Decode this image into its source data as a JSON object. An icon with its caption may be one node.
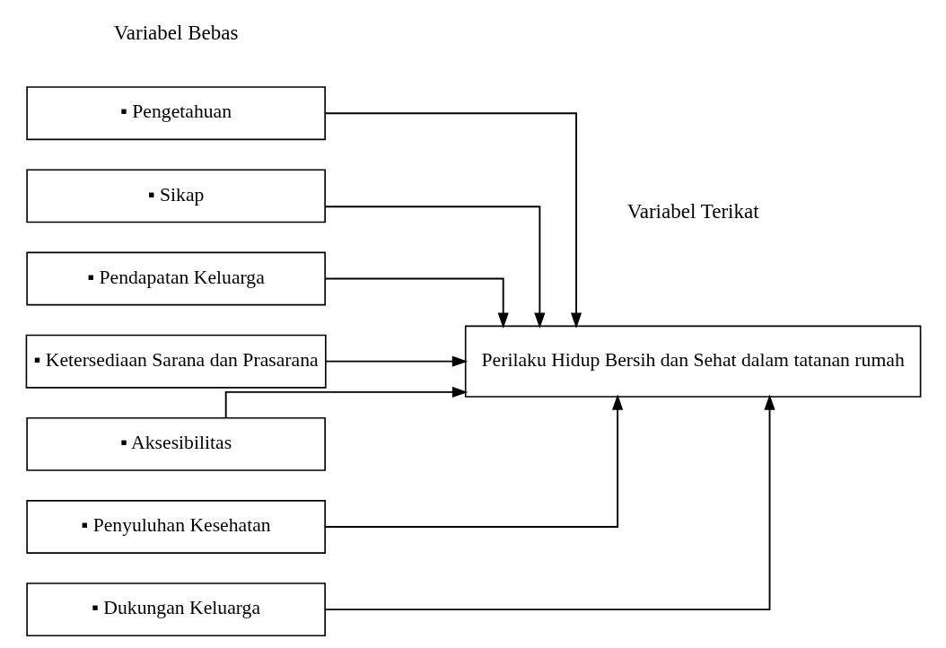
{
  "diagram": {
    "nodes": [
      {
        "text": [
          "▪ Pengetahuan"
        ]
      },
      {
        "text": [
          "▪ Sikap"
        ]
      },
      {
        "text": [
          "▪ Pendapatan Keluarga"
        ]
      },
      {
        "text": [
          "▪ Ketersediaan Sarana dan Prasarana"
        ]
      },
      {
        "text": [
          "▪ Aksesibilitas"
        ]
      },
      {
        "text": [
          "▪ Penyuluhan Kesehatan"
        ]
      },
      {
        "text": [
          "▪ Dukungan Keluarga"
        ]
      },
      {
        "text": [
          "Perilaku Hidup Bersih dan Sehat dalam tatanan rumah"
        ]
      }
    ],
    "edges": [
      {
        "from": 0,
        "to": 7,
        "arrow": "to"
      },
      {
        "from": 1,
        "to": 7,
        "arrow": "to"
      },
      {
        "from": 2,
        "to": 7,
        "arrow": "to"
      },
      {
        "from": 3,
        "to": 7,
        "arrow": "to"
      },
      {
        "from": 4,
        "to": 7,
        "arrow": "to"
      },
      {
        "from": 5,
        "to": 7,
        "arrow": "to"
      },
      {
        "from": 6,
        "to": 7,
        "arrow": "to"
      }
    ],
    "labels": [
      "Variabel Bebas",
      "Variabel Terikat"
    ]
  }
}
